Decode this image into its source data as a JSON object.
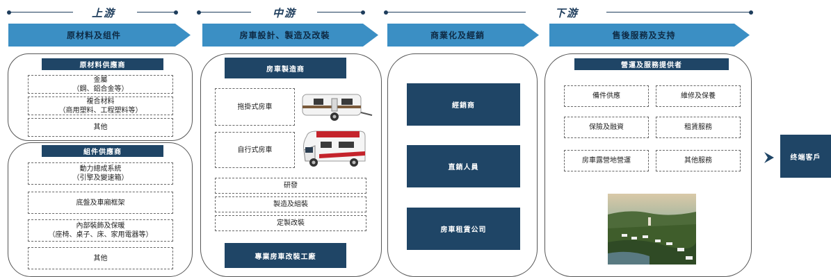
{
  "stages": {
    "upstream": "上游",
    "midstream": "中游",
    "downstream": "下游"
  },
  "chevrons": [
    "原材料及组件",
    "房車設計、製造及改裝",
    "商業化及經銷",
    "售後服務及支持"
  ],
  "raw_materials": {
    "header": "原材料供應商",
    "items": [
      {
        "line1": "金屬",
        "line2": "（鋼、鋁合金等）"
      },
      {
        "line1": "複合材料",
        "line2": "（商用塑料、工程塑料等）"
      },
      {
        "line1": "其他",
        "line2": ""
      }
    ]
  },
  "components": {
    "header": "組件供應商",
    "items": [
      {
        "line1": "動力總成系統",
        "line2": "（引擎及變速箱）"
      },
      {
        "line1": "底盤及車廂框架",
        "line2": ""
      },
      {
        "line1": "內部裝飾及保暖",
        "line2": "（座椅、桌子、床、家用電器等）"
      },
      {
        "line1": "其他",
        "line2": ""
      }
    ]
  },
  "manufacturing": {
    "header": "房車製造商",
    "towable": "拖掛式房車",
    "motorized": "自行式房車",
    "processes": [
      "研發",
      "製造及組裝",
      "定製改裝"
    ],
    "modification_shop": "專業房車改裝工廠"
  },
  "distribution": [
    "經銷商",
    "直銷人員",
    "房車租賃公司"
  ],
  "aftersales": {
    "header": "營運及服務提供者",
    "services": [
      "備件供應",
      "維修及保養",
      "保險及融資",
      "租賃服務",
      "房車露營地營運",
      "其他服務"
    ]
  },
  "end_customer": "终端客戶",
  "icons": {
    "towable_image": "caravan-trailer-image",
    "motorhome_image": "motorhome-image",
    "campsite_image": "campsite-photo",
    "arrow": "chevron-right-icon"
  },
  "colors": {
    "chevron": "#3b8fc4",
    "navy": "#1f4566",
    "line": "#1e3d5c"
  }
}
